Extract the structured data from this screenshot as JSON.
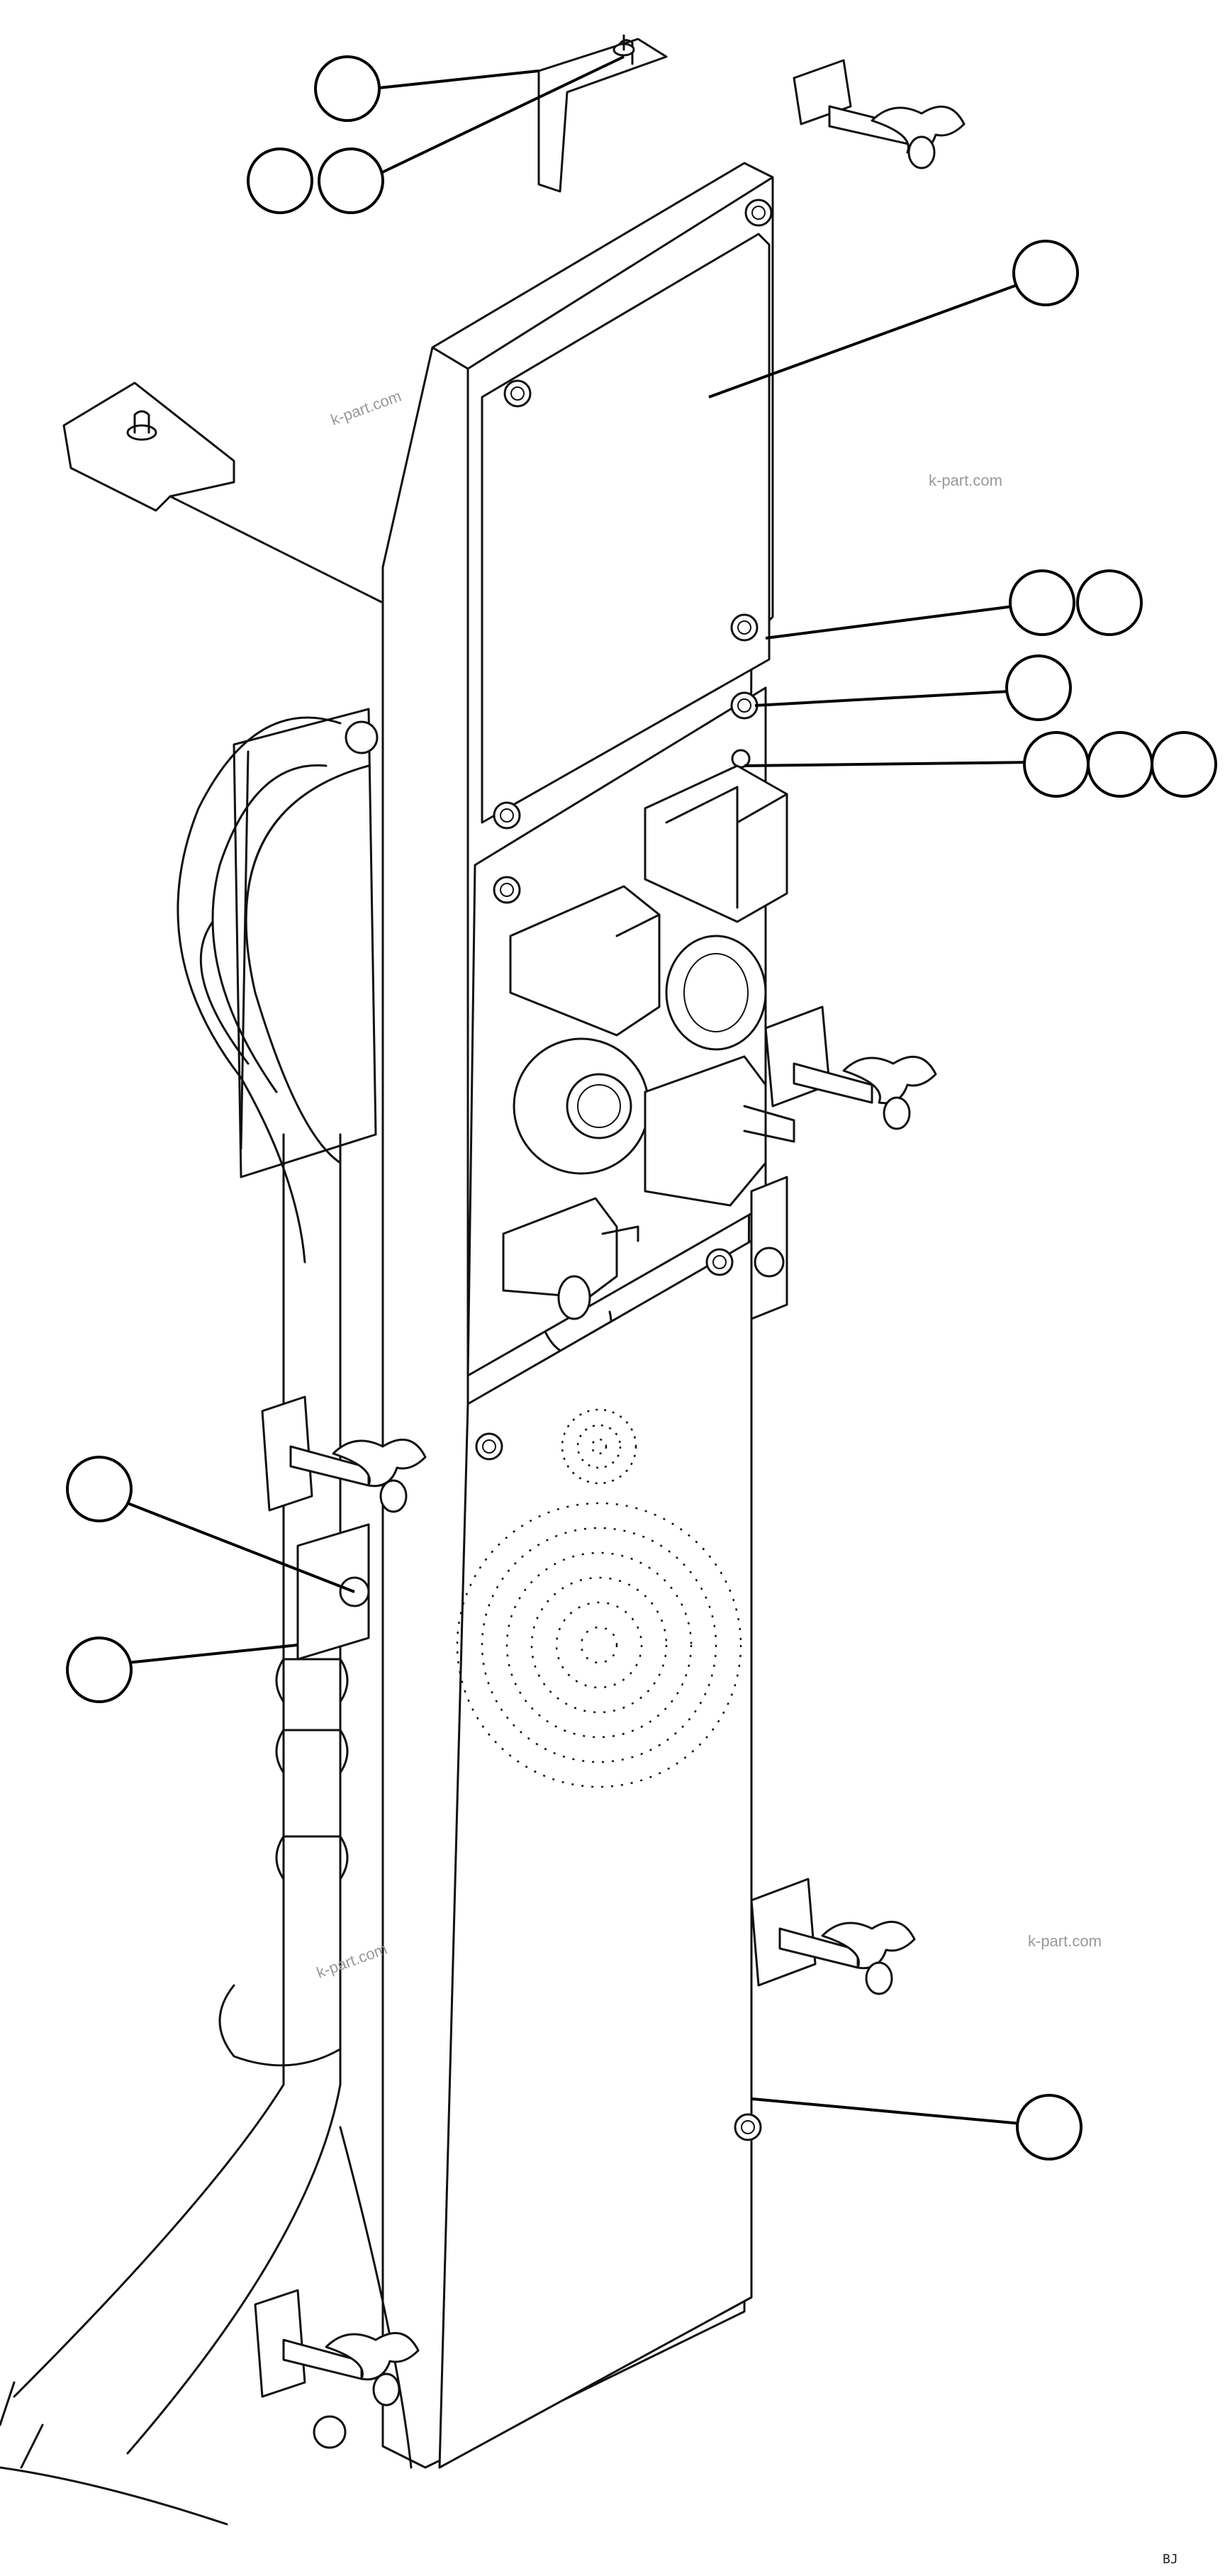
{
  "watermarks": [
    "k-part.com",
    "k-part.com",
    "k-part.com",
    "k-part.com"
  ],
  "figure_code": "BJ",
  "callouts": [
    {
      "id": "c1",
      "label": ""
    },
    {
      "id": "c2",
      "label": ""
    },
    {
      "id": "c3",
      "label": ""
    },
    {
      "id": "c4",
      "label": ""
    },
    {
      "id": "c5",
      "label": ""
    },
    {
      "id": "c6",
      "label": ""
    },
    {
      "id": "c7",
      "label": ""
    },
    {
      "id": "c8",
      "label": ""
    },
    {
      "id": "c9",
      "label": ""
    },
    {
      "id": "c10",
      "label": ""
    },
    {
      "id": "c11",
      "label": ""
    },
    {
      "id": "c12",
      "label": ""
    },
    {
      "id": "c13",
      "label": ""
    },
    {
      "id": "c14",
      "label": ""
    }
  ]
}
